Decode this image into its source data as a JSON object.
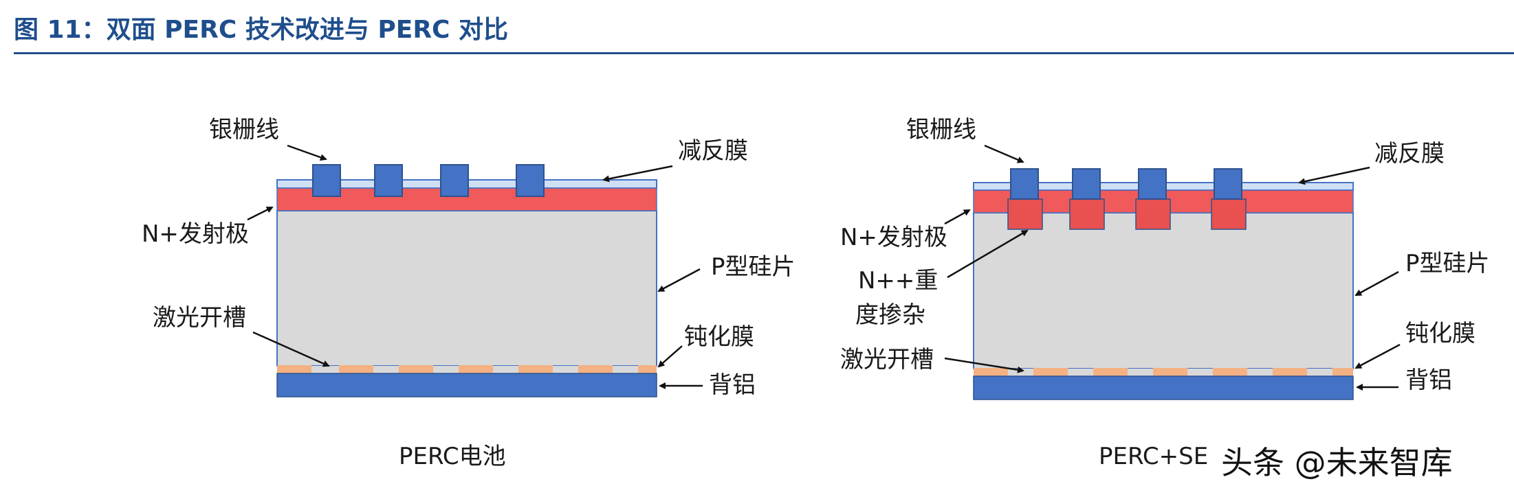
{
  "title": "图 11：双面 PERC 技术改进与 PERC 对比",
  "colors": {
    "title": "#1f4e8c",
    "silver_finger": "#3f6fc4",
    "antireflection": "#cfe0f4",
    "emitter": "#f05a5a",
    "wafer": "#d9d9d9",
    "laser_groove": "#f4b183",
    "back_al": "#4472c4",
    "heavy_doping": "#e8514f"
  },
  "left": {
    "caption": "PERC电池",
    "labels": {
      "silver_grid": "银栅线",
      "antireflection": "减反膜",
      "emitter": "N+发射极",
      "wafer": "P型硅片",
      "laser_groove": "激光开槽",
      "passivation": "钝化膜",
      "back_al": "背铝"
    }
  },
  "right": {
    "caption": "PERC+SE",
    "labels": {
      "silver_grid": "银栅线",
      "antireflection": "减反膜",
      "emitter": "N+发射极",
      "heavy_doping_line1": "N++重",
      "heavy_doping_line2": "度掺杂",
      "wafer": "P型硅片",
      "laser_groove": "激光开槽",
      "passivation": "钝化膜",
      "back_al": "背铝"
    }
  },
  "watermark": "头条 @未来智库"
}
